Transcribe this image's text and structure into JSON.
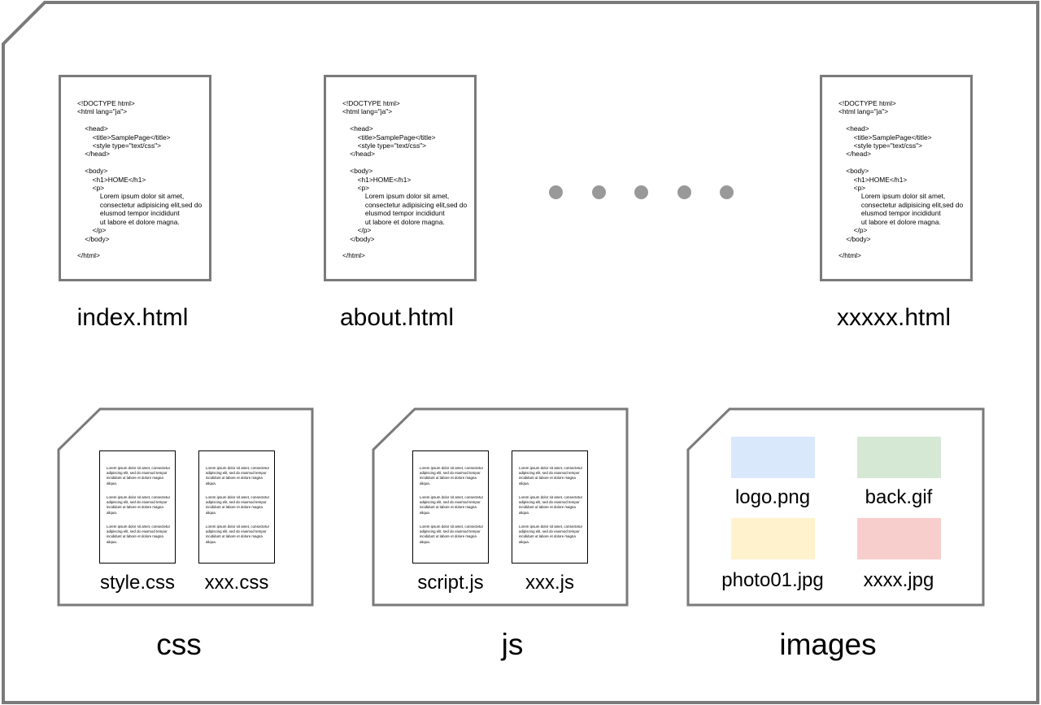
{
  "code_lines": [
    "<!DOCTYPE html>",
    "<html lang=\"ja\">",
    "",
    "    <head>",
    "        <title>SamplePage</title>",
    "        <style type=\"text/css\">",
    "    </head>",
    "",
    "    <body>",
    "        <h1>HOME</h1>",
    "        <p>",
    "            Lorem ipsum dolor sit amet,",
    "            consectetur adipisicing elit,sed do",
    "            elusmod tempor incididunt",
    "            ut labore et dolore magna.",
    "        </p>",
    "    </body>",
    "",
    "</html>"
  ],
  "html_files": [
    {
      "name": "index.html"
    },
    {
      "name": "about.html"
    },
    {
      "name": "xxxxx.html"
    }
  ],
  "ellipsis_dots": 5,
  "lorem_paragraph": "Lorem ipsum dolor sit amet, consectetur adipiscing elit, sed do eiusmod tempor incididunt ut labore et dolore magna aliqua.",
  "folders": {
    "css": {
      "label": "css",
      "files": [
        "style.css",
        "xxx.css"
      ]
    },
    "js": {
      "label": "js",
      "files": [
        "script.js",
        "xxx.js"
      ]
    },
    "images": {
      "label": "images",
      "files": [
        {
          "name": "logo.png",
          "color": "#dae8fc"
        },
        {
          "name": "back.gif",
          "color": "#d5e8d4"
        },
        {
          "name": "photo01.jpg",
          "color": "#fff2cc"
        },
        {
          "name": "xxxx.jpg",
          "color": "#f8cecc"
        }
      ]
    }
  },
  "colors": {
    "outline": "#7a7a7a",
    "dot": "#999999"
  }
}
